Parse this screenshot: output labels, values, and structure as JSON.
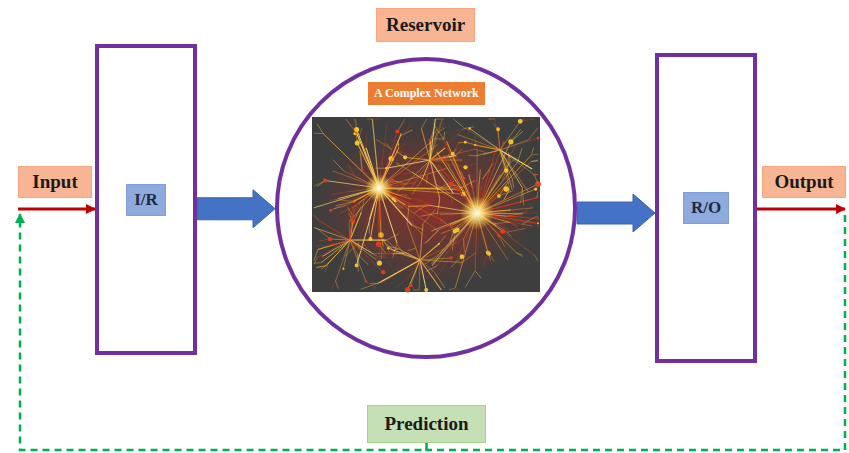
{
  "diagram": {
    "nodes": [
      {
        "text": [
          "Input"
        ]
      },
      {
        "text": [
          "I/R"
        ]
      },
      {
        "text": [
          "Reservoir",
          "A Complex Network"
        ]
      },
      {
        "text": [
          "R/O"
        ]
      },
      {
        "text": [
          "Output"
        ]
      },
      {
        "text": [
          "Prediction"
        ]
      }
    ],
    "edges": [
      {
        "from": 0,
        "to": 1,
        "arrow": "to"
      },
      {
        "from": 1,
        "to": 2,
        "arrow": "to"
      },
      {
        "from": 2,
        "to": 3,
        "arrow": "to"
      },
      {
        "from": 3,
        "to": 4,
        "arrow": "to"
      },
      {
        "from": 4,
        "to": 5,
        "arrow": "none"
      },
      {
        "from": 5,
        "to": 0,
        "arrow": "to"
      }
    ]
  }
}
